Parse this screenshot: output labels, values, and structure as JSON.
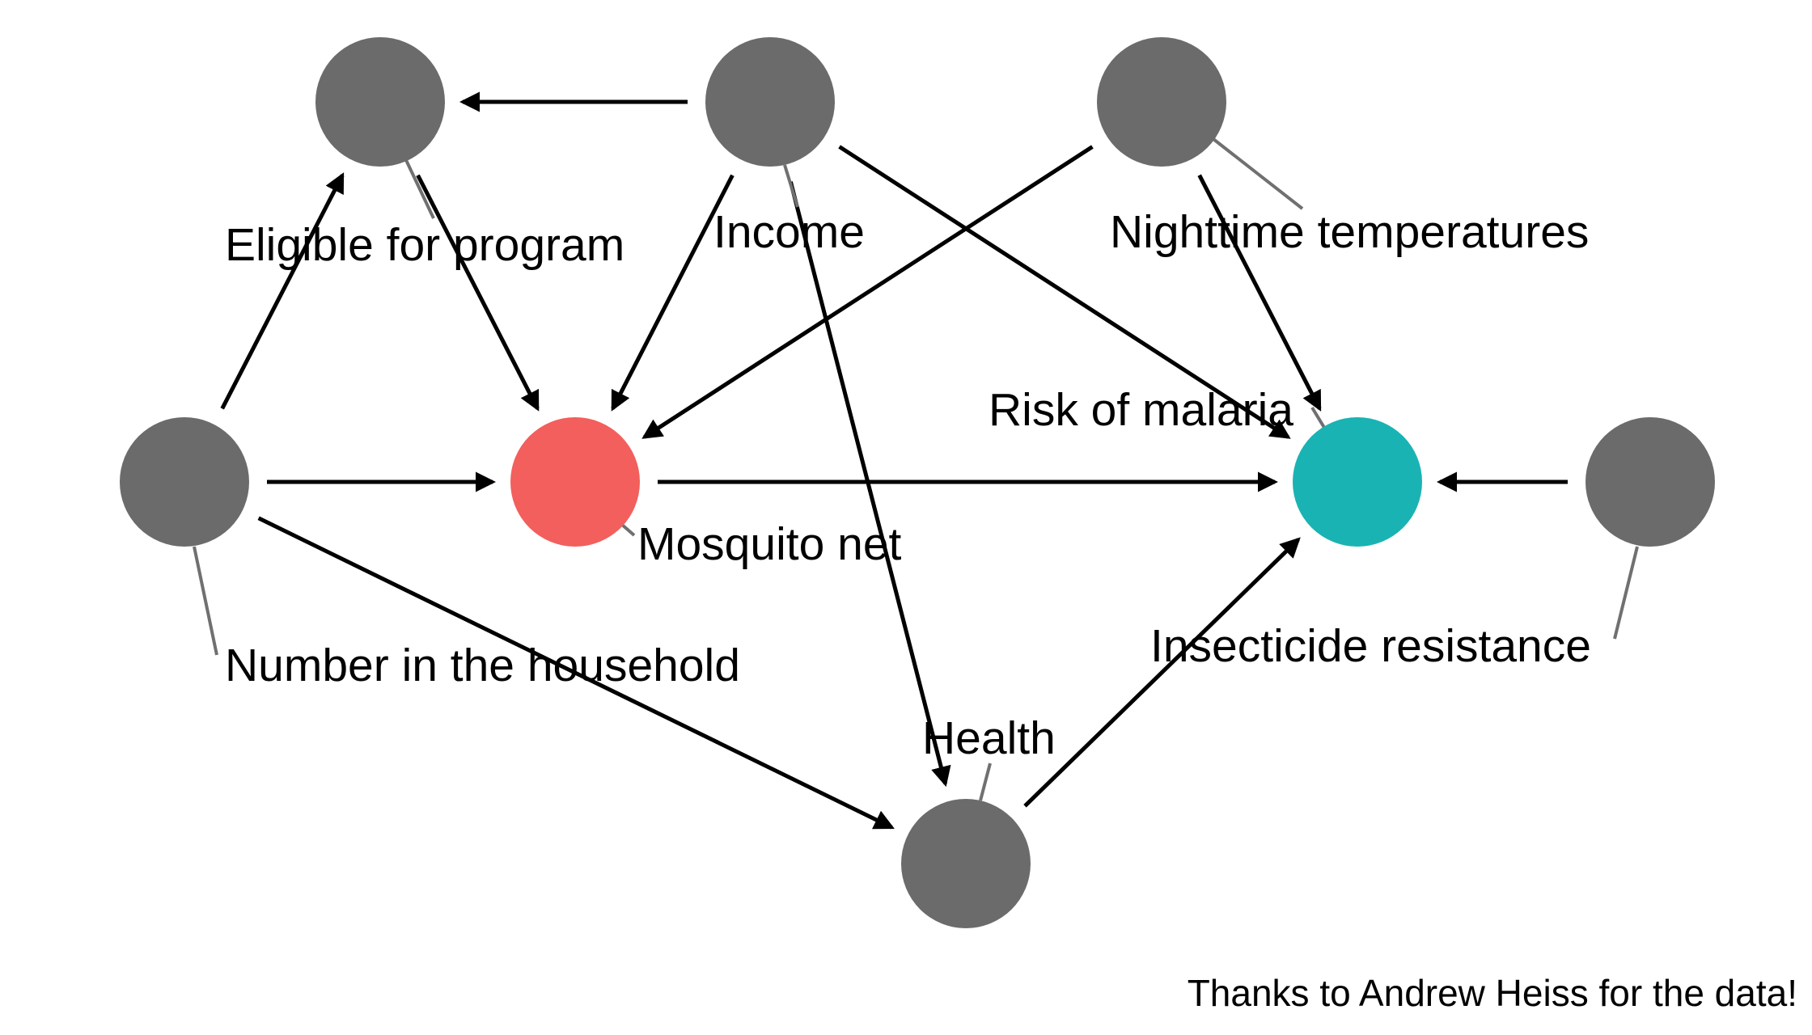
{
  "diagram": {
    "type": "directed-acyclic-graph",
    "colors": {
      "node_default": "#6b6b6b",
      "node_exposure": "#f25f5c",
      "node_outcome": "#1ab3b3",
      "edge": "#000000",
      "leader": "#707070"
    },
    "nodes": [
      {
        "id": "eligible",
        "label": "Eligible for program",
        "role": "default"
      },
      {
        "id": "income",
        "label": "Income",
        "role": "default"
      },
      {
        "id": "temp",
        "label": "Nighttime temperatures",
        "role": "default"
      },
      {
        "id": "household",
        "label": "Number in the household",
        "role": "default"
      },
      {
        "id": "net",
        "label": "Mosquito net",
        "role": "exposure"
      },
      {
        "id": "malaria",
        "label": "Risk of malaria",
        "role": "outcome"
      },
      {
        "id": "resistance",
        "label": "Insecticide resistance",
        "role": "default"
      },
      {
        "id": "health",
        "label": "Health",
        "role": "default"
      }
    ],
    "edges": [
      {
        "from": "income",
        "to": "eligible"
      },
      {
        "from": "household",
        "to": "eligible"
      },
      {
        "from": "eligible",
        "to": "net"
      },
      {
        "from": "income",
        "to": "net"
      },
      {
        "from": "temp",
        "to": "net"
      },
      {
        "from": "household",
        "to": "net"
      },
      {
        "from": "net",
        "to": "malaria"
      },
      {
        "from": "income",
        "to": "malaria"
      },
      {
        "from": "temp",
        "to": "malaria"
      },
      {
        "from": "resistance",
        "to": "malaria"
      },
      {
        "from": "health",
        "to": "malaria"
      },
      {
        "from": "income",
        "to": "health"
      },
      {
        "from": "household",
        "to": "health"
      }
    ]
  },
  "caption": "Thanks to Andrew Heiss for the data!"
}
